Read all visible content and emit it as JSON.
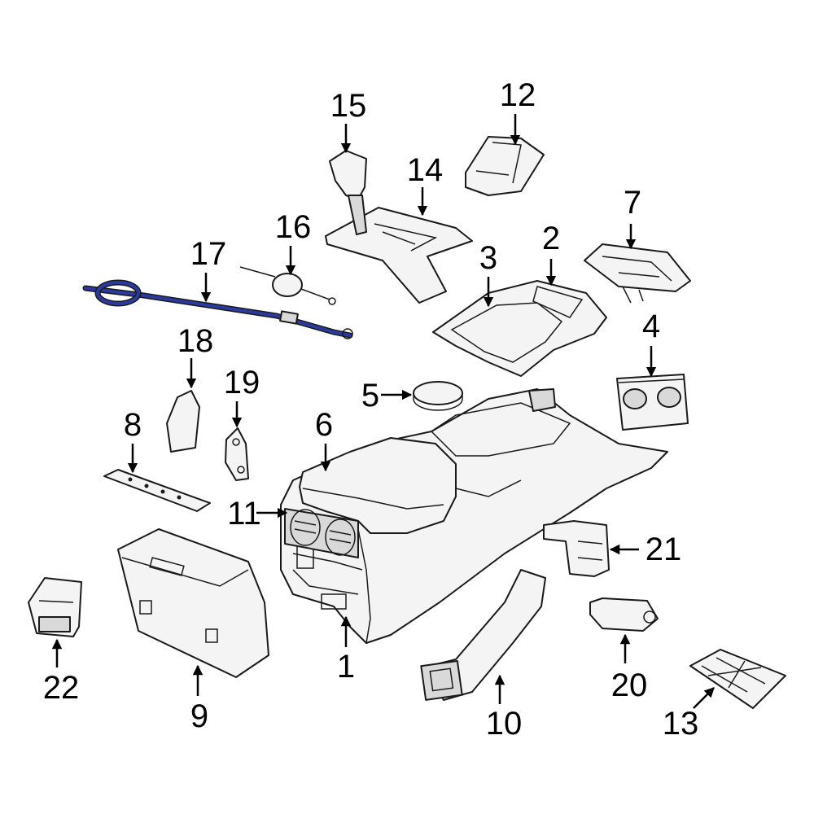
{
  "highlight_color": "#2b3a9e",
  "callouts": [
    {
      "id": "1",
      "label": "1"
    },
    {
      "id": "2",
      "label": "2"
    },
    {
      "id": "3",
      "label": "3"
    },
    {
      "id": "4",
      "label": "4"
    },
    {
      "id": "5",
      "label": "5"
    },
    {
      "id": "6",
      "label": "6"
    },
    {
      "id": "7",
      "label": "7"
    },
    {
      "id": "8",
      "label": "8"
    },
    {
      "id": "9",
      "label": "9"
    },
    {
      "id": "10",
      "label": "10"
    },
    {
      "id": "11",
      "label": "11"
    },
    {
      "id": "12",
      "label": "12"
    },
    {
      "id": "13",
      "label": "13"
    },
    {
      "id": "14",
      "label": "14"
    },
    {
      "id": "15",
      "label": "15"
    },
    {
      "id": "16",
      "label": "16"
    },
    {
      "id": "17",
      "label": "17"
    },
    {
      "id": "18",
      "label": "18"
    },
    {
      "id": "19",
      "label": "19"
    },
    {
      "id": "20",
      "label": "20"
    },
    {
      "id": "21",
      "label": "21"
    },
    {
      "id": "22",
      "label": "22"
    }
  ]
}
